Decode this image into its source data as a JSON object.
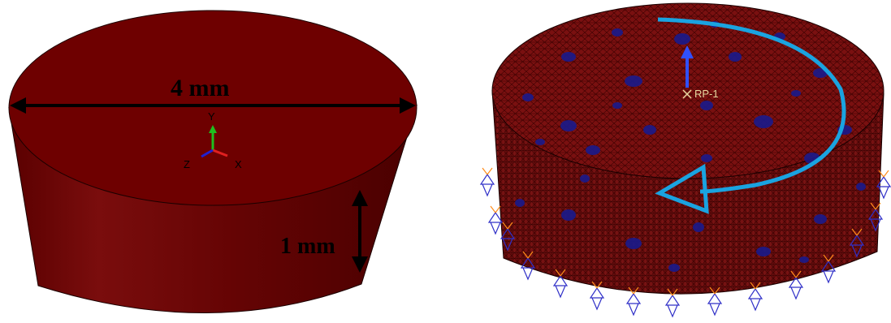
{
  "left_model": {
    "diameter_label": "4 mm",
    "height_label": "1 mm",
    "triad": {
      "x": "X",
      "y": "Y",
      "z": "Z"
    },
    "colors": {
      "body": "#6e0000",
      "side": "#6a0606",
      "dimension": "#000000"
    }
  },
  "right_model": {
    "reference_point_label": "RP-1",
    "colors": {
      "mesh": "#7a1010",
      "pores": "#1a1a8c",
      "rotation_arrow": "#1aa3e0",
      "constraint": "#3030c8",
      "constraint_accent": "#ff8c1a"
    }
  }
}
